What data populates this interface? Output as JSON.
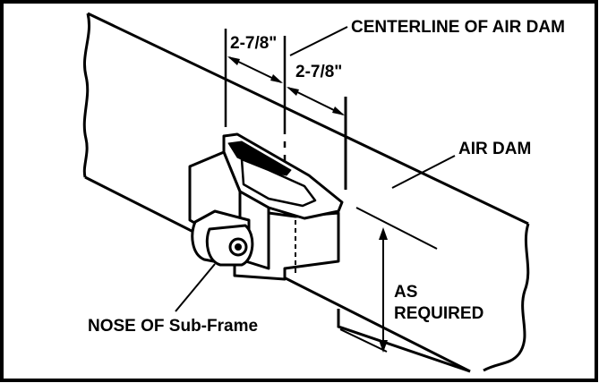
{
  "labels": {
    "centerline": "CENTERLINE OF AIR DAM",
    "dim_left": "2-7/8\"",
    "dim_right": "2-7/8\"",
    "air_dam": "AIR DAM",
    "as_required_line1": "AS",
    "as_required_line2": "REQUIRED",
    "nose": "NOSE OF Sub-Frame"
  },
  "colors": {
    "ink": "#000000",
    "paper": "#ffffff"
  }
}
